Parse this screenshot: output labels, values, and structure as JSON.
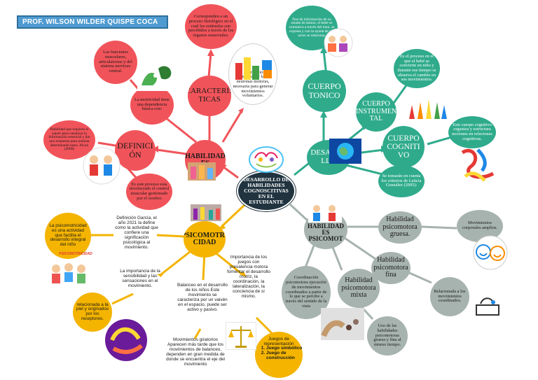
{
  "header": {
    "author": "PROF. WILSON WILDER QUISPE COCA"
  },
  "colors": {
    "red": "#f0545a",
    "teal": "#2fab8c",
    "gray": "#a7b3ae",
    "yellow": "#f4b400",
    "dark": "#20333f"
  },
  "center": {
    "title": "DESARROLLO DE HABILIDADES COGNOSCITIVAS EN EL ESTUDIANTE"
  },
  "habilidades": {
    "label": "HABILIDAD ES",
    "caracteristicas": {
      "label": "CARACTERÍS TICAS"
    },
    "definicion": {
      "label": "DEFINICI ÓN"
    },
    "desc_sensorial": "Corresponden a un proceso fisiológico en el cual los estímulos son percibidos a través de los órganos sensoriales.",
    "desc_funciones": "Las funciones musculares, articulatorias y del sistema nervioso central.",
    "desc_informacion": "Esa información es llevada por las neuronas motoras, necesaria para generar movimientos voluntarios.",
    "desc_motricidad": "La motricidad tiene una dependencia básica con:",
    "desc_habilidad": "Habilidad que requiere el sujeto para canalizar la información sensorial y dar una respuesta para realizar determinado tarea. Alcon (2000)",
    "desc_proceso": "Es este proceso esta involucrado el control muscular gestionado por el cerebro"
  },
  "desarrollo": {
    "label": "DESARRO LLO",
    "tonico": {
      "label": "CUERPO TONICO"
    },
    "instrumental": {
      "label": "CUERPO INSTRUMEN TAL"
    },
    "cognitivo": {
      "label": "CUERPO COGNITI VO"
    },
    "desc_tonico": "Nos da información de su estado de ánimo, el bebé se comunica a través del tono, se expresa y con la ayuda de sus actos se relaciona.",
    "desc_instrumental": "Es el proceso en el que el bebé se convierte en niño y durante ese tiempo se observa el cambio en sus movimientos.",
    "desc_cognitivo": "Este cuerpo cognitivo organiza y estructura nociones en relaciones cognitivas.",
    "desc_criterios": "Se tomarán en cuenta los criterios de Leticia González (2005):"
  },
  "psicomotricidad": {
    "label": "PSICOMOTRI CIDAD",
    "definicion": "Definición García, el año 2021 la define como la actividad que confiere una significación psicológica al movimiento.",
    "desc_actividad": "La psicomotricidad es una actividad que facilita el desarrollo integral del niño",
    "psicomotricidad_pic": "PSICOMOTRICIDAD",
    "desc_sensibilidad": "La importancia de la sensibilidad y las sensaciones en el movimiento.",
    "desc_piel": "relacionada a la piel y originados por los receptores.",
    "desc_balanceo": "Balanceo en el desarrollo de los niños Este movimiento se caracteriza por un vaivén en el espacio, puede ser activo y pasivo.",
    "desc_importancia": "Importancia de los juegos con prevalencia motora fomentar el desarrollo motriz, la coordinación, la lateralización, la conciencia de sí mismo.",
    "desc_giratorios": "Movimientos giratorios Aparecen más tarde que los movimientos de balanceo, dependen en gran medida de donde se encuentra el eje del movimiento",
    "desc_juegos": "Juegos de representación",
    "juegos_list": [
      "Juego simbólico",
      "Juego de construcción"
    ]
  },
  "tipos": {
    "label": "TIPOS DE HABILIDAD ES PSICOMOT",
    "gruesa": {
      "label": "Habilidad psicomotora gruesa."
    },
    "fina": {
      "label": "Habilidad psicomotora fina"
    },
    "mixta": {
      "label": "Habilidad psicomotora mixta"
    },
    "desc_gruesa": "Movimientos corporales amplios.",
    "desc_fina": "Relacionada a los movimientos coordinados.",
    "desc_coordinacion": "Coordinación psicomotora ejecución de movimientos coordinados a partir de lo que se percibe a través del sentido de la vista",
    "desc_mixta": "Uso de las habilidades psicomotoras gruesa y fina al mismo tiempo."
  }
}
